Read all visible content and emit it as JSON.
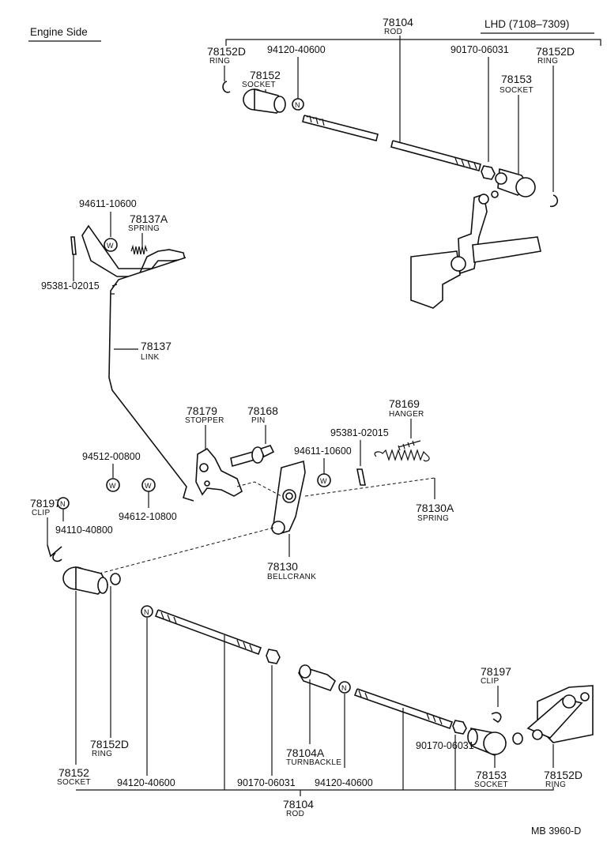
{
  "header": {
    "engine_side": "Engine Side",
    "variant": "LHD (7108–7309)"
  },
  "top": {
    "rod_no": "78104",
    "rod_name": "ROD",
    "ring_left_no": "78152D",
    "ring_left_name": "RING",
    "nut_left_no": "94120-40600",
    "nut_right_no": "90170-06031",
    "ring_right_no": "78152D",
    "ring_right_name": "RING",
    "socket_left_no": "78152",
    "socket_left_name": "SOCKET",
    "socket_right_no": "78153",
    "socket_right_name": "SOCKET"
  },
  "mid": {
    "washer_top_no": "94611-10600",
    "spring_no": "78137A",
    "spring_name": "SPRING",
    "pin_left_no": "95381-02015",
    "link_no": "78137",
    "link_name": "LINK",
    "stopper_no": "78179",
    "stopper_name": "STOPPER",
    "pin_no": "78168",
    "pin_name": "PIN",
    "cotter_no": "95381-02015",
    "hanger_no": "78169",
    "hanger_name": "HANGER",
    "washer_mid_no": "94611-10600",
    "washer_left_no": "94512-00800",
    "washer_left2_no": "94612-10800",
    "clip_no": "78197",
    "clip_name": "CLIP",
    "nut_left_no": "94110-40800",
    "spring2_no": "78130A",
    "spring2_name": "SPRING",
    "bellcrank_no": "78130",
    "bellcrank_name": "BELLCRANK"
  },
  "bottom": {
    "clip_no": "78197",
    "clip_name": "CLIP",
    "ring_left_no": "78152D",
    "ring_left_name": "RING",
    "turnbuckle_no": "78104A",
    "turnbuckle_name": "TURNBACKLE",
    "nut_right_no": "90170-06031",
    "socket_left_no": "78152",
    "socket_left_name": "SOCKET",
    "nut1_no": "94120-40600",
    "nut2_no": "90170-06031",
    "nut3_no": "94120-40600",
    "socket_right_no": "78153",
    "socket_right_name": "SOCKET",
    "ring_right_no": "78152D",
    "ring_right_name": "RING",
    "rod_no": "78104",
    "rod_name": "ROD"
  },
  "footer": {
    "code": "MB  3960-D"
  }
}
